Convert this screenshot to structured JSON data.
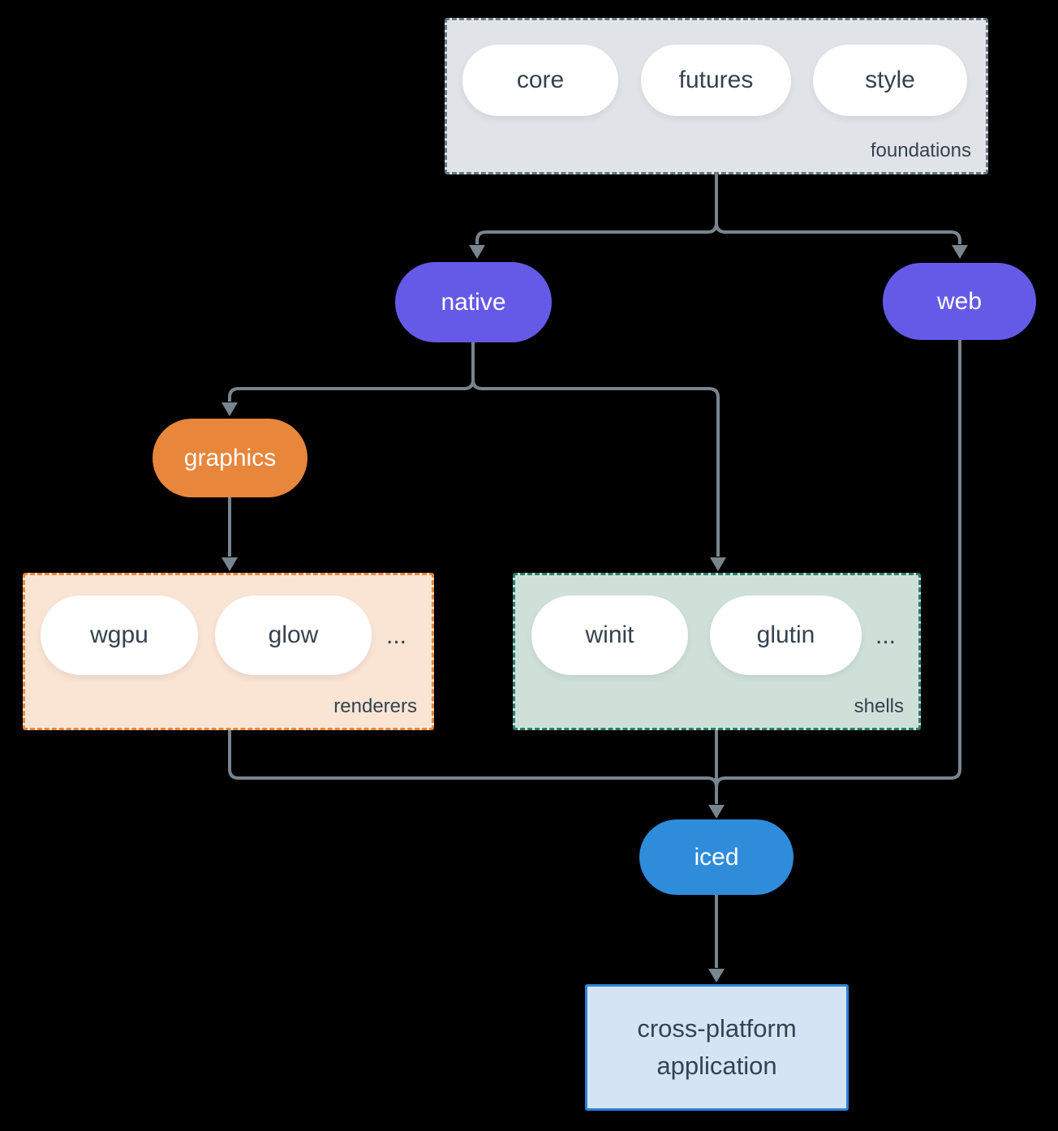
{
  "nodes": {
    "foundations": {
      "label": "foundations",
      "pills": [
        "core",
        "futures",
        "style"
      ]
    },
    "native": {
      "label": "native"
    },
    "web": {
      "label": "web"
    },
    "graphics": {
      "label": "graphics"
    },
    "renderers": {
      "label": "renderers",
      "pills": [
        "wgpu",
        "glow"
      ],
      "more": "..."
    },
    "shells": {
      "label": "shells",
      "pills": [
        "winit",
        "glutin"
      ],
      "more": "..."
    },
    "iced": {
      "label": "iced"
    },
    "application": {
      "label": "cross-platform application"
    }
  },
  "colors": {
    "background": "#000000",
    "connector": "#78858f",
    "text_dark": "#35424f",
    "text_light": "#ffffff",
    "purple": "#655ae8",
    "orange": "#e8863c",
    "blue": "#2e8cdb",
    "foundations_fill": "#e0e4e8",
    "foundations_border": "#6a7886",
    "renderers_fill": "#fae4d4",
    "renderers_border": "#e8863c",
    "shells_fill": "#cfe0d9",
    "shells_border": "#2a7d6c",
    "application_fill": "#d4e4f5",
    "application_border": "#2e82d4",
    "pill_fill": "#ffffff"
  }
}
